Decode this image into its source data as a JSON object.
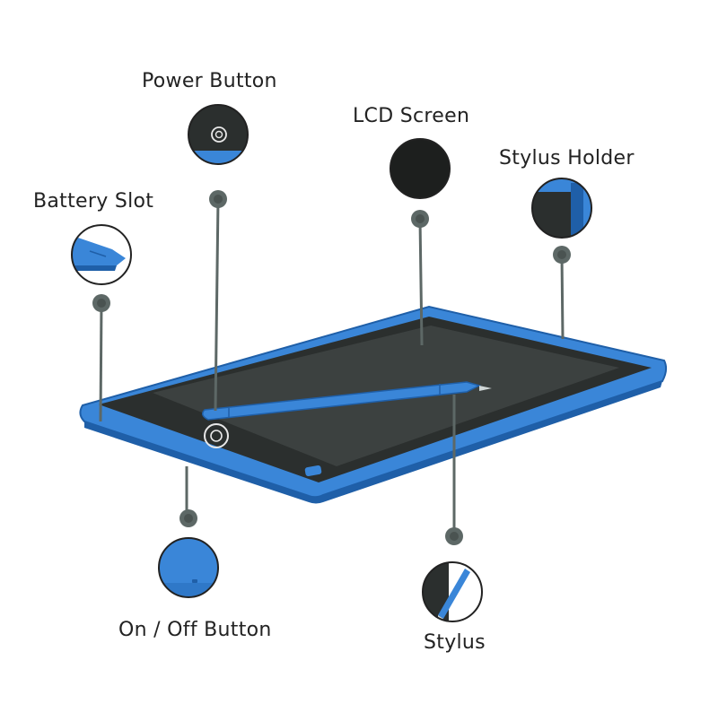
{
  "labels": {
    "power_button": "Power Button",
    "lcd_screen": "LCD Screen",
    "stylus_holder": "Stylus Holder",
    "battery_slot": "Battery Slot",
    "on_off_button": "On / Off Button",
    "stylus": "Stylus"
  },
  "colors": {
    "tablet_blue": "#3a86d8",
    "tablet_blue_dark": "#1f5fa8",
    "screen": "#2b2f2e",
    "screen_inner": "#3c4140",
    "connector": "#5d6866",
    "callout_border": "#222222"
  },
  "icons": {
    "power": "power-icon"
  }
}
